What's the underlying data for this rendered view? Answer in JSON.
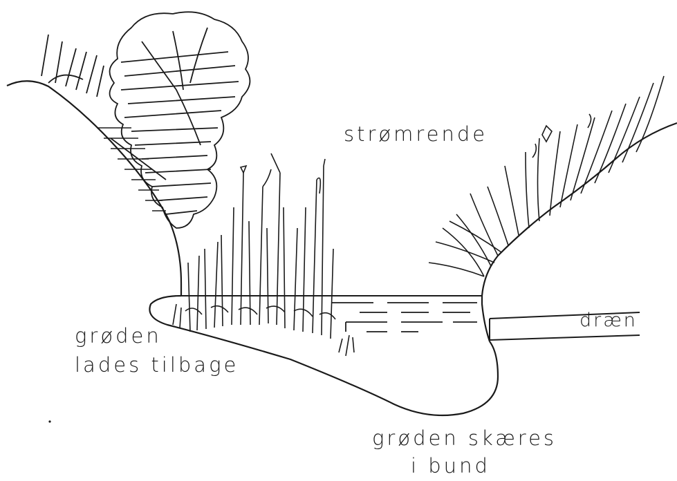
{
  "labels": {
    "stream_channel": "strømrende",
    "drain": "dræn",
    "vegetation_left_line1": "grøden",
    "vegetation_left_line2": "lades tilbage",
    "vegetation_bottom_line1": "grøden skæres",
    "vegetation_bottom_line2": "i bund"
  },
  "colors": {
    "ink": "#1a1a1a",
    "paper": "#ffffff"
  }
}
